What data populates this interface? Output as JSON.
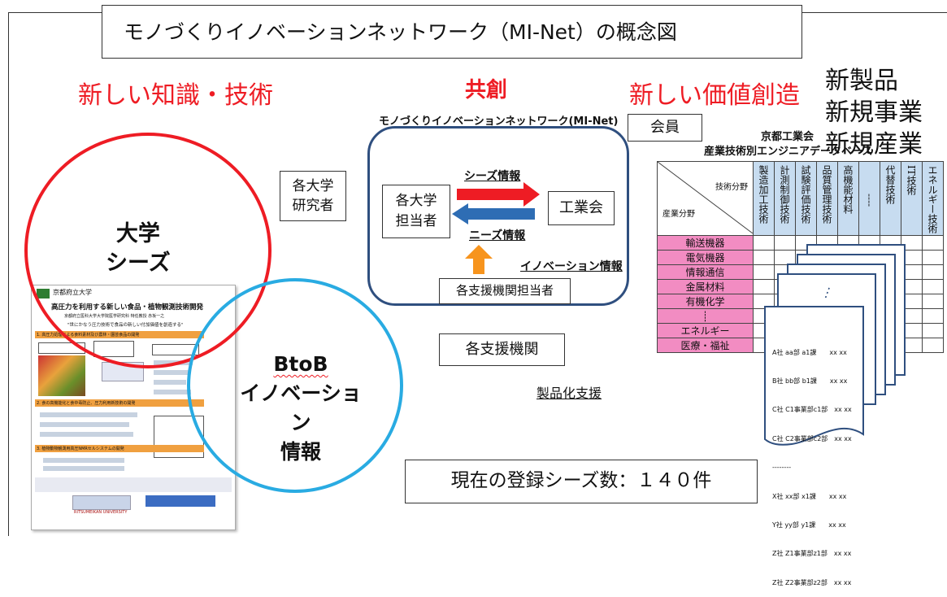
{
  "title": "モノづくりイノベーションネットワーク（MI-Net）の概念図",
  "left_heading": "新しい知識・技術",
  "center_heading": "共創",
  "right_heading": "新しい価値創造",
  "outcomes": [
    "新製品",
    "新規事業",
    "新規産業"
  ],
  "network_title": "モノづくりイノベーションネットワーク(MI-Net)",
  "member_label": "会員",
  "db_title_1": "京都工業会",
  "db_title_2": "産業技術別エンジニアデータベース",
  "univ_researcher": [
    "各大学",
    "研究者"
  ],
  "univ_staff": [
    "各大学",
    "担当者"
  ],
  "seeds_info": "シーズ情報",
  "needs_info": "ニーズ情報",
  "industry_assoc": "工業会",
  "innovation_info": "イノベーション情報",
  "support_staff": "各支援機関担当者",
  "support_orgs": "各支援機関",
  "productization": "製品化支援",
  "univ_seeds": [
    "大学",
    "シーズ"
  ],
  "btob": [
    "BtoB",
    "イノベーション",
    "情報"
  ],
  "registered_count": "現在の登録シーズ数：１４０件",
  "db_table": {
    "corner_top": "技術分野",
    "corner_bottom": "産業分野",
    "columns": [
      "製造加工技術",
      "計測制御技術",
      "試験評価技術",
      "品質管理技術",
      "高機能材料",
      "----",
      "代替技術",
      "IT技術",
      "エネルギー技術"
    ],
    "rows": [
      "輸送機器",
      "電気機器",
      "情報通信",
      "金属材料",
      "有機化学",
      "┊",
      "エネルギー",
      "医療・福祉"
    ]
  },
  "doc_entries": [
    "A社 aa部 a1課　　xx xx",
    "B社 bb部 b1課　　xx xx",
    "C社 C1事業部c1部　xx xx",
    "C社 C2事業部c2部　xx xx",
    "--------",
    "X社 xx部 x1課　　xx xx",
    "Y社 yy部 y1課　　xx xx",
    "Z社 Z1事業部z1部　xx xx",
    "Z社 Z2事業部z2部　xx xx"
  ],
  "flyer": {
    "univ_name": "京都府立大学",
    "headline": "高圧力を利用する新しい食品・植物観測技術開発",
    "author": "京都府立医科大学大学院医学研究科 特任教授 赤坂一之",
    "catch": "\"世にかなう圧力技術で食品の新しい付加価値を創造する\"",
    "s1": "1. 高圧力処理による食料素材及び農林・園芸食品の開発",
    "s2": "2. 食の高機能化と食中毒防止、圧力利用新技術の開発",
    "s3": "3. 植物動物観測用高圧NMRセルシステムの開発",
    "footer_univ": "RITSUMEIKAN UNIVERSITY"
  }
}
